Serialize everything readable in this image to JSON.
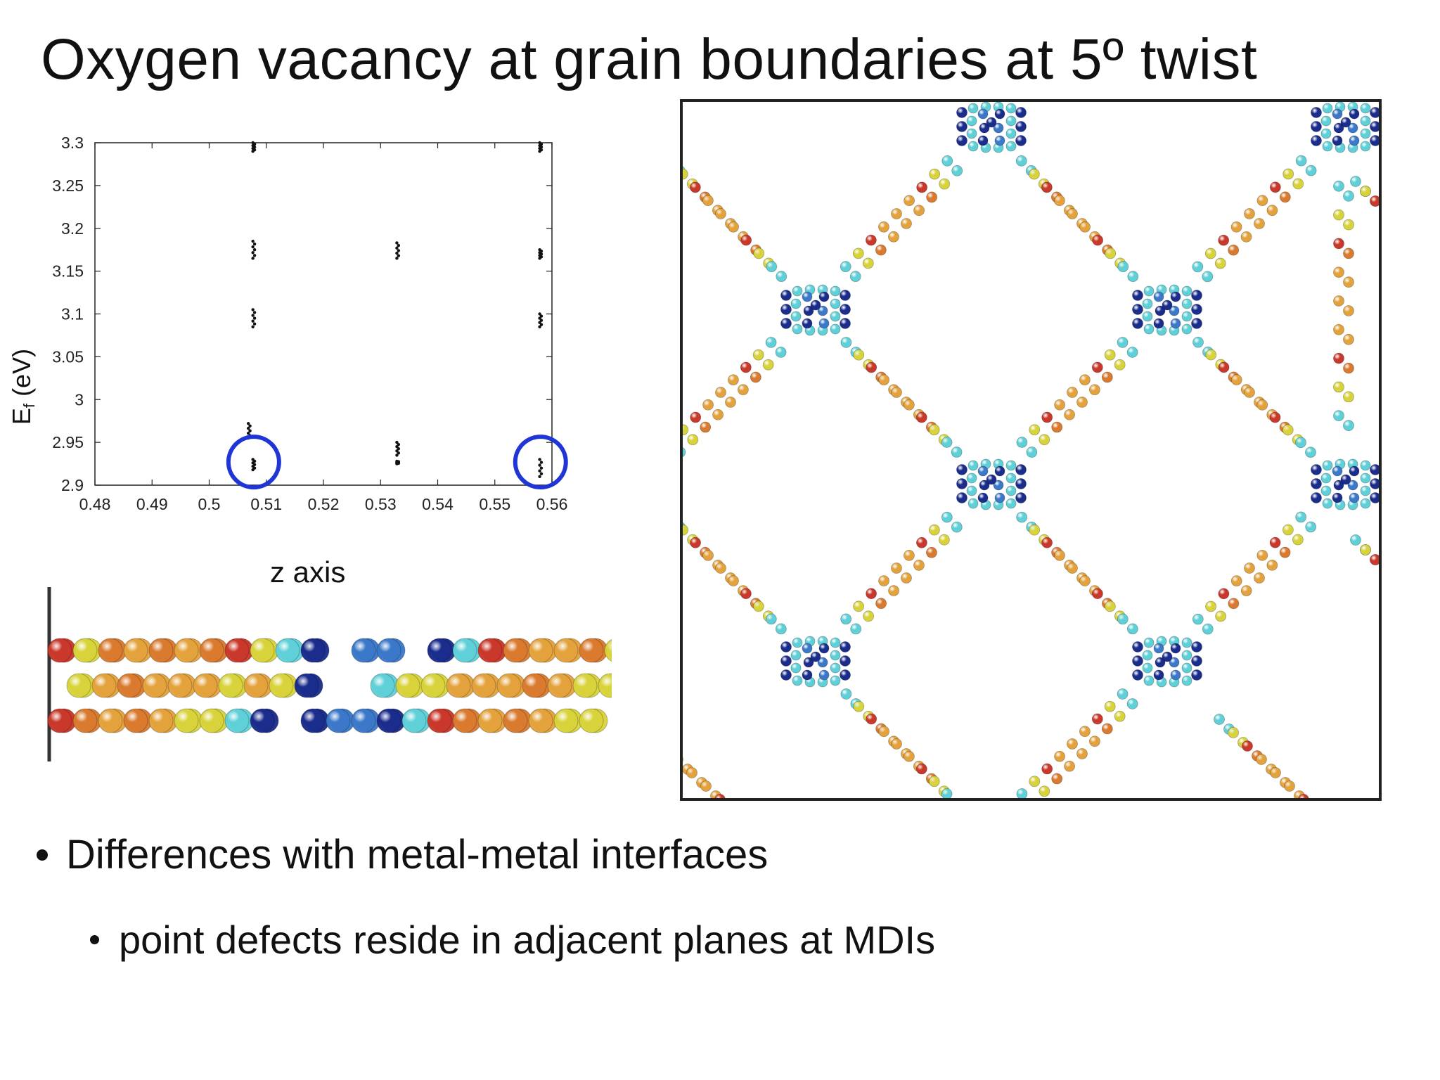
{
  "title": "Oxygen vacancy at grain boundaries at 5º twist",
  "chart_data": {
    "type": "scatter",
    "title": "",
    "xlabel": "z axis",
    "ylabel_main": "E",
    "ylabel_sub": "f",
    "ylabel_unit": " (eV)",
    "xlim": [
      0.48,
      0.56
    ],
    "ylim": [
      2.9,
      3.3
    ],
    "xticks": [
      "0.48",
      "0.49",
      "0.5",
      "0.51",
      "0.52",
      "0.53",
      "0.54",
      "0.55",
      "0.56"
    ],
    "yticks": [
      "2.9",
      "2.95",
      "3",
      "3.05",
      "3.1",
      "3.15",
      "3.2",
      "3.25",
      "3.3"
    ],
    "grid": false,
    "clusters": [
      {
        "x": 0.5078,
        "ymin": 3.29,
        "ymax": 3.3
      },
      {
        "x": 0.5078,
        "ymin": 3.165,
        "ymax": 3.185
      },
      {
        "x": 0.5078,
        "ymin": 3.085,
        "ymax": 3.105
      },
      {
        "x": 0.507,
        "ymin": 2.955,
        "ymax": 2.972
      },
      {
        "x": 0.5078,
        "ymin": 2.918,
        "ymax": 2.93
      },
      {
        "x": 0.533,
        "ymin": 3.165,
        "ymax": 3.183
      },
      {
        "x": 0.533,
        "ymin": 2.935,
        "ymax": 2.95
      },
      {
        "x": 0.533,
        "ymin": 2.925,
        "ymax": 2.928
      },
      {
        "x": 0.558,
        "ymin": 3.29,
        "ymax": 3.3
      },
      {
        "x": 0.558,
        "ymin": 3.165,
        "ymax": 3.175
      },
      {
        "x": 0.558,
        "ymin": 3.085,
        "ymax": 3.1
      },
      {
        "x": 0.558,
        "ymin": 2.91,
        "ymax": 2.93
      }
    ],
    "highlights": [
      {
        "x": 0.5078,
        "y": 2.927
      },
      {
        "x": 0.558,
        "y": 2.927
      }
    ],
    "highlight_color": "#1f35d6"
  },
  "bullets": [
    "Differences with metal-metal interfaces",
    "point defects reside in adjacent planes at MDIs"
  ],
  "atom_colors": [
    "#d8d33a",
    "#e4a23c",
    "#d97a2e",
    "#c9382a",
    "#5fd0d8",
    "#3b78c9",
    "#1a2c8c"
  ]
}
